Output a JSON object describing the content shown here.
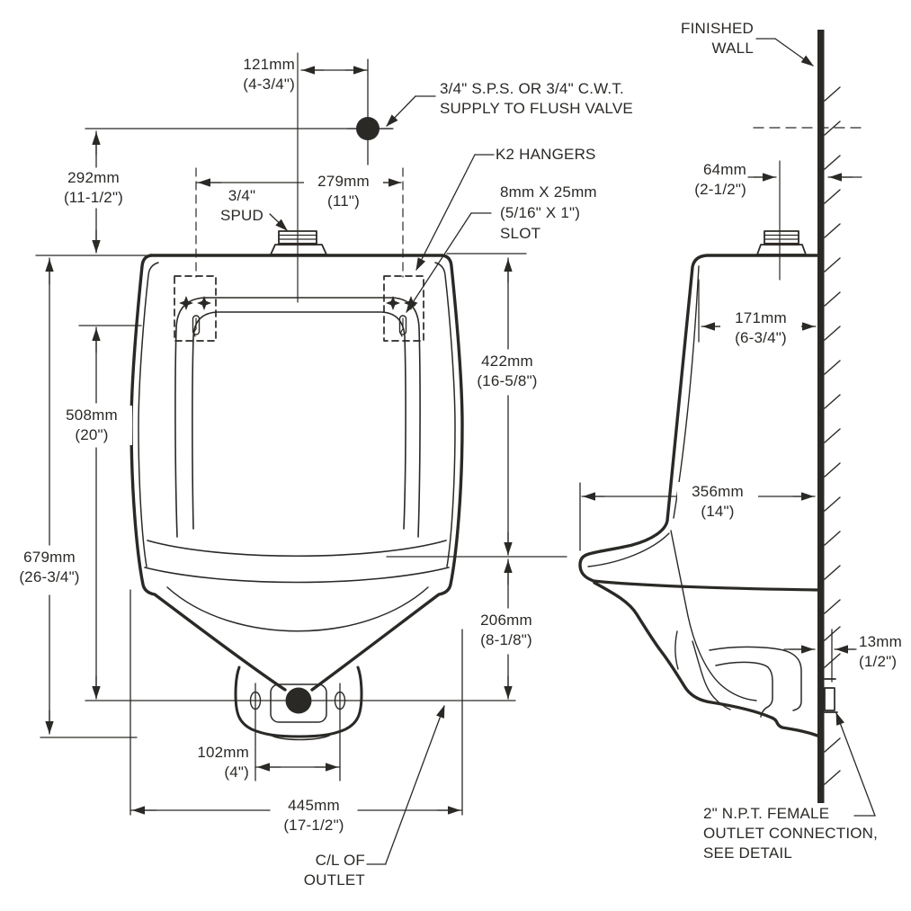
{
  "annotations": {
    "supply": [
      "3/4\" S.P.S. OR 3/4\" C.W.T.",
      "SUPPLY TO FLUSH VALVE"
    ],
    "finished_wall": [
      "FINISHED",
      "WALL"
    ],
    "k2_hangers": "K2 HANGERS",
    "slot": [
      "8mm X 25mm",
      "(5/16\" X 1\")",
      "SLOT"
    ],
    "spud": [
      "3/4\"",
      "SPUD"
    ],
    "cl_outlet": [
      "C/L OF",
      "OUTLET"
    ],
    "npt_outlet": [
      "2\" N.P.T. FEMALE",
      "OUTLET CONNECTION,",
      "SEE DETAIL"
    ]
  },
  "dimensions": {
    "supply_offset": {
      "metric": "121mm",
      "imperial": "(4-3/4\")"
    },
    "supply_height": {
      "metric": "292mm",
      "imperial": "(11-1/2\")"
    },
    "hanger_spread": {
      "metric": "279mm",
      "imperial": "(11\")"
    },
    "overall_height": {
      "metric": "679mm",
      "imperial": "(26-3/4\")"
    },
    "hanger_to_outlet": {
      "metric": "508mm",
      "imperial": "(20\")"
    },
    "top_to_rim": {
      "metric": "422mm",
      "imperial": "(16-5/8\")"
    },
    "rim_to_outlet": {
      "metric": "206mm",
      "imperial": "(8-1/8\")"
    },
    "bolt_spacing": {
      "metric": "102mm",
      "imperial": "(4\")"
    },
    "overall_width": {
      "metric": "445mm",
      "imperial": "(17-1/2\")"
    },
    "spud_to_wall": {
      "metric": "64mm",
      "imperial": "(2-1/2\")"
    },
    "top_depth": {
      "metric": "171mm",
      "imperial": "(6-3/4\")"
    },
    "projection": {
      "metric": "356mm",
      "imperial": "(14\")"
    },
    "outlet_offset": {
      "metric": "13mm",
      "imperial": "(1/2\")"
    }
  },
  "colors": {
    "line": "#2b2926",
    "background": "#ffffff"
  }
}
